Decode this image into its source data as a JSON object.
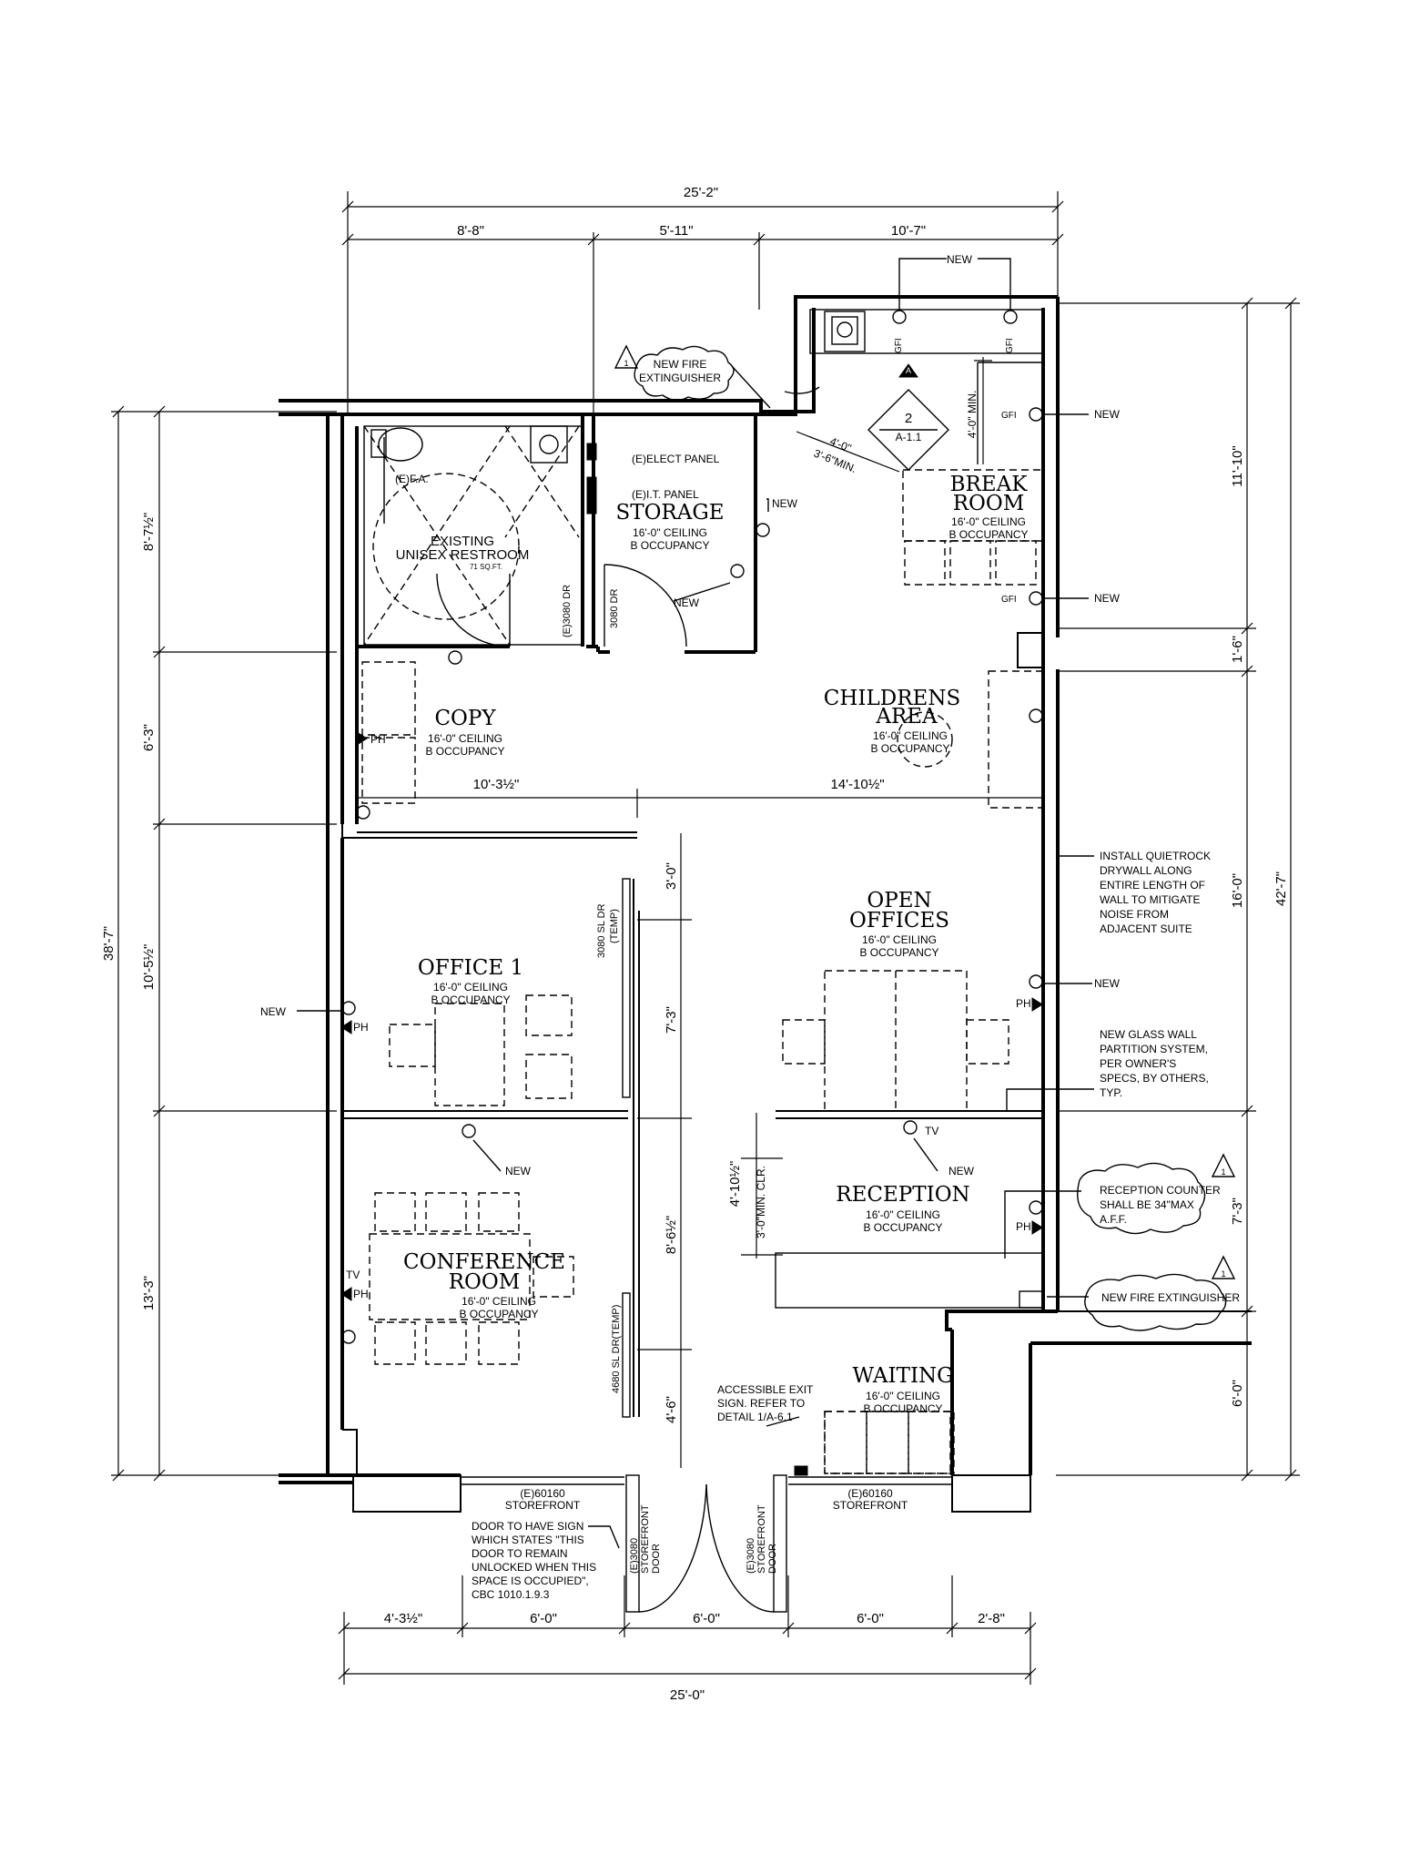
{
  "dimensions": {
    "top_overall": "25'-2\"",
    "top_segments": [
      "8'-8\"",
      "5'-11\"",
      "10'-7\""
    ],
    "bottom_overall": "25'-0\"",
    "bottom_segments": [
      "4'-3½\"",
      "6'-0\"",
      "6'-0\"",
      "6'-0\"",
      "2'-8\""
    ],
    "left_overall": "38'-7\"",
    "left_segments": [
      "8'-7½\"",
      "6'-3\"",
      "10'-5½\"",
      "13'-3\""
    ],
    "right_overall": "42'-7\"",
    "right_segments": [
      "11'-10\"",
      "1'-6\"",
      "16'-0\"",
      "7'-3\"",
      "6'-0\""
    ],
    "copy_width": "10'-3½\"",
    "childrens_width": "14'-10½\"",
    "break_min": "4'-0\" MIN.",
    "diag_1": "4'-0\"",
    "diag_2": "3'-6\"MIN.",
    "door_3": "3'-0\"",
    "office_7": "7'-3\"",
    "conf_85": "8'-6½\"",
    "wait_45": "4'-6\"",
    "recep_410": "4'-10½\"",
    "recep_clr": "3'-0\"MIN. CLR."
  },
  "rooms": {
    "storage": {
      "name": "STORAGE",
      "ceiling": "16'-0\" CEILING",
      "occ": "B OCCUPANCY"
    },
    "break_room": {
      "name1": "BREAK",
      "name2": "ROOM",
      "ceiling": "16'-0\" CEILING",
      "occ": "B OCCUPANCY"
    },
    "restroom": {
      "name1": "EXISTING",
      "name2": "UNISEX RESTROOM",
      "area": "71 SQ.FT."
    },
    "copy": {
      "name": "COPY",
      "ceiling": "16'-0\" CEILING",
      "occ": "B OCCUPANCY"
    },
    "childrens": {
      "name1": "CHILDRENS",
      "name2": "AREA",
      "ceiling": "16'-0\" CEILING",
      "occ": "B OCCUPANCY"
    },
    "open_offices": {
      "name1": "OPEN",
      "name2": "OFFICES",
      "ceiling": "16'-0\" CEILING",
      "occ": "B OCCUPANCY"
    },
    "office1": {
      "name": "OFFICE 1",
      "ceiling": "16'-0\" CEILING",
      "occ": "B OCCUPANCY"
    },
    "conference": {
      "name1": "CONFERENCE",
      "name2": "ROOM",
      "ceiling": "16'-0\" CEILING",
      "occ": "B OCCUPANCY"
    },
    "reception": {
      "name": "RECEPTION",
      "ceiling": "16'-0\" CEILING",
      "occ": "B OCCUPANCY"
    },
    "waiting": {
      "name": "WAITING",
      "ceiling": "16'-0\" CEILING",
      "occ": "B OCCUPANCY"
    }
  },
  "labels": {
    "new": "NEW",
    "gfi": "GFI",
    "ph": "PH",
    "tv": "TV",
    "fa": "(E)F.A.",
    "elect_panel": "(E)ELECT PANEL",
    "it_panel": "(E)I.T. PANEL",
    "door_e3080": "(E)3080 DR",
    "door_3080": "3080 DR",
    "sl_dr_1": "3080 SL DR",
    "sl_dr_1b": "(TEMP)",
    "sl_dr_2": "4680 SL DR(TEMP)",
    "storefront_left_1": "(E)60160",
    "storefront_left_2": "STOREFRONT",
    "storefront_right_1": "(E)60160",
    "storefront_right_2": "STOREFRONT",
    "sf_door_a1": "(E)3080",
    "sf_door_a2": "STOREFRONT",
    "sf_door_a3": "DOOR",
    "sf_door_b1": "(E)3080",
    "sf_door_b2": "STOREFRONT",
    "sf_door_b3": "DOOR",
    "section_num": "2",
    "section_sheet": "A-1.1",
    "section_letter": "A",
    "delta": "1"
  },
  "notes": {
    "fire_ext_top": [
      "NEW FIRE",
      "EXTINGUISHER"
    ],
    "fire_ext_bottom": "NEW FIRE EXTINGUISHER",
    "quietrock": [
      "INSTALL QUIETROCK",
      "DRYWALL ALONG",
      "ENTIRE LENGTH OF",
      "WALL TO MITIGATE",
      "NOISE FROM",
      "ADJACENT SUITE"
    ],
    "glass_wall": [
      "NEW GLASS WALL",
      "PARTITION SYSTEM,",
      "PER OWNER'S",
      "SPECS, BY OTHERS,",
      "TYP."
    ],
    "reception_counter": [
      "RECEPTION COUNTER",
      "SHALL BE 34\"MAX",
      "A.F.F."
    ],
    "exit_sign": [
      "ACCESSIBLE EXIT",
      "SIGN. REFER TO",
      "DETAIL 1/A-6.1"
    ],
    "door_sign": [
      "DOOR TO HAVE SIGN",
      "WHICH STATES \"THIS",
      "DOOR TO REMAIN",
      "UNLOCKED WHEN THIS",
      "SPACE IS OCCUPIED\",",
      "CBC 1010.1.9.3"
    ]
  }
}
